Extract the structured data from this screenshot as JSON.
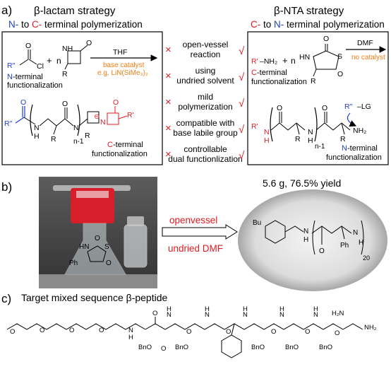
{
  "panel_a": {
    "label": "a)",
    "left_heading": "β-lactam strategy",
    "left_subheading_n": "N-",
    "left_subheading_to": " to ",
    "left_subheading_c": "C-",
    "left_subheading_rest": " terminal polymerization",
    "right_heading": "β-NTA strategy",
    "right_subheading_c": "C-",
    "right_subheading_to": " to ",
    "right_subheading_n": "N-",
    "right_subheading_rest": " terminal polymerization",
    "left_scheme": {
      "acyl_r": "R''",
      "acyl_o": "O",
      "acyl_cl": "Cl",
      "plus": "+",
      "n": "n",
      "nh": "NH",
      "lactam_o": "O",
      "lactam_r": "R",
      "solvent": "THF",
      "catalyst_line1": "base catalyst",
      "catalyst_line2": "e.g, LiN(SiMe₃)₂",
      "n_terminal_1": "N",
      "n_terminal_2": "-terminal",
      "n_terminal_3": "functionalization",
      "poly_r": "R''",
      "poly_o": "O",
      "poly_n1": "N",
      "poly_h": "H",
      "poly_r2": "R",
      "poly_o2": "O",
      "poly_n2": "N",
      "n_minus_1": "n-1",
      "poly_r3": "R",
      "minus_sign": "⊖",
      "poly_n3": "N",
      "poly_o3": "O",
      "poly_rp": "R'",
      "c_terminal_1": "C",
      "c_terminal_2": "-terminal",
      "c_terminal_3": "functionalization"
    },
    "comparison": [
      {
        "left": "×",
        "label_1": "open-vessel",
        "label_2": "reaction",
        "right": "√"
      },
      {
        "left": "×",
        "label_1": "using",
        "label_2": "undried solvent",
        "right": "√"
      },
      {
        "left": "×",
        "label_1": "mild",
        "label_2": "polymerization",
        "right": "√"
      },
      {
        "left": "×",
        "label_1": "compatible with",
        "label_2": "base labile group",
        "right": "√"
      },
      {
        "left": "×",
        "label_1": "controllable",
        "label_2": "dual functionlization",
        "right": "√"
      }
    ],
    "right_scheme": {
      "amine_r": "R'",
      "amine_nh2": "–NH₂",
      "plus": "+",
      "n": "n",
      "nta_o1": "O",
      "nta_o2": "O",
      "nta_s": "S",
      "nta_hn": "HN",
      "nta_r": "R",
      "solvent": "DMF",
      "no_catalyst": "no catalyst",
      "c_terminal_1": "C",
      "c_terminal_2": "-terminal",
      "c_terminal_3": "functionalization",
      "lg_r": "R''",
      "lg": "–LG",
      "poly_rp": "R'",
      "poly_n": "N",
      "poly_h": "H",
      "poly_o1": "O",
      "poly_r1": "R",
      "poly_n2": "N",
      "poly_h2": "H",
      "n_minus_1": "n-1",
      "poly_o2": "O",
      "poly_r2": "R",
      "poly_nh2": "NH₂",
      "n_terminal_1": "N",
      "n_terminal_2": "-terminal",
      "n_terminal_3": "functionalization"
    }
  },
  "panel_b": {
    "label": "b)",
    "yield": "5.6 g, 76.5% yield",
    "arrow_top": "openvessel",
    "arrow_bottom": "undried DMF",
    "flask_atoms": {
      "hn": "HN",
      "s": "S",
      "o1": "O",
      "o2": "O",
      "ph": "Ph"
    },
    "product_atoms": {
      "bu": "Bu",
      "n": "N",
      "h": "H",
      "o": "O",
      "ph": "Ph",
      "n2": "N",
      "h2": "H",
      "sub": "20"
    }
  },
  "panel_c": {
    "label": "c)",
    "title": "Target mixed sequence β-peptide",
    "atoms": {
      "o_peg": "O",
      "n1": "N",
      "h1": "H",
      "o_carbonyl": "O",
      "bno": "BnO",
      "o": "O",
      "h2n": "H₂N",
      "nh2": "NH₂",
      "n": "N",
      "h": "H"
    }
  },
  "colors": {
    "red": "#e31b23",
    "blue": "#1f3fd1",
    "orange": "#f07f12",
    "black": "#000000"
  }
}
